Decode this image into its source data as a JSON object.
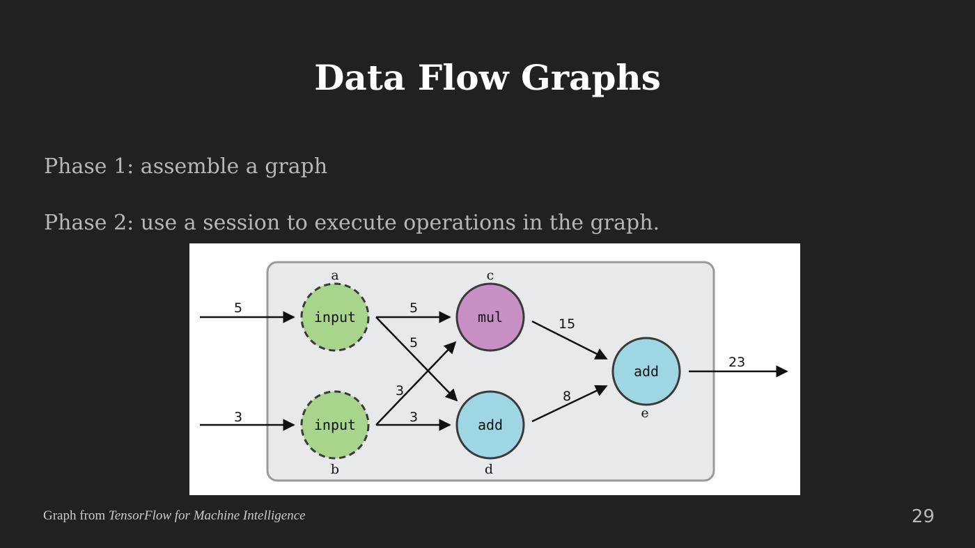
{
  "slide": {
    "title": "Data Flow Graphs",
    "bullets": [
      "Phase 1: assemble a graph",
      "Phase 2: use a session to execute operations in the graph."
    ],
    "caption_prefix": "Graph from ",
    "caption_source": "TensorFlow for Machine Intelligence",
    "page_number": "29"
  },
  "diagram": {
    "nodes": [
      {
        "id": "a",
        "op": "input",
        "fill": "#a8d48c",
        "style": "dashed"
      },
      {
        "id": "b",
        "op": "input",
        "fill": "#a8d48c",
        "style": "dashed"
      },
      {
        "id": "c",
        "op": "mul",
        "fill": "#c88fc4",
        "style": "solid"
      },
      {
        "id": "d",
        "op": "add",
        "fill": "#9ed6e3",
        "style": "solid"
      },
      {
        "id": "e",
        "op": "add",
        "fill": "#9ed6e3",
        "style": "solid"
      }
    ],
    "edges": [
      {
        "from": "",
        "to": "a",
        "value": "5"
      },
      {
        "from": "",
        "to": "b",
        "value": "3"
      },
      {
        "from": "a",
        "to": "c",
        "value": "5"
      },
      {
        "from": "a",
        "to": "d",
        "value": "5"
      },
      {
        "from": "b",
        "to": "c",
        "value": "3"
      },
      {
        "from": "b",
        "to": "d",
        "value": "3"
      },
      {
        "from": "c",
        "to": "e",
        "value": "15"
      },
      {
        "from": "d",
        "to": "e",
        "value": "8"
      },
      {
        "from": "e",
        "to": "",
        "value": "23"
      }
    ]
  }
}
